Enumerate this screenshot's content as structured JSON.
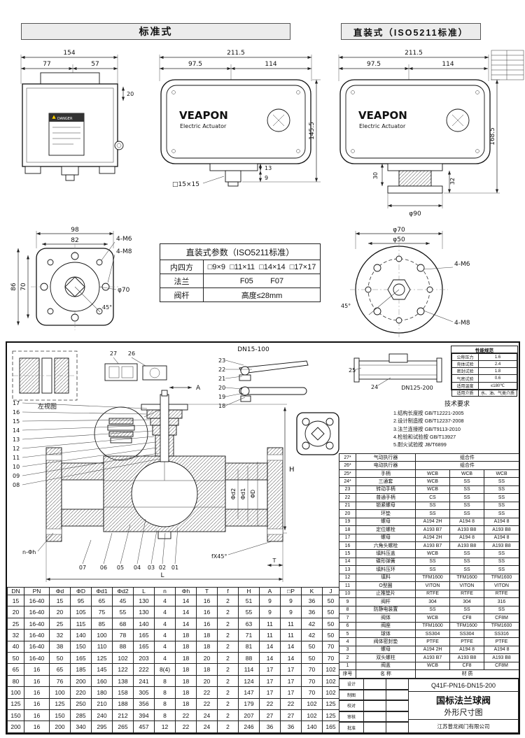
{
  "headers": {
    "standard": "标准式",
    "direct": "直装式（ISO5211标准）"
  },
  "top_left": {
    "brand": "VEAPON",
    "brand_sub": "Electric Actuator",
    "danger": "DANGER",
    "dims": {
      "w_total": "154",
      "w1": "77",
      "w2": "57",
      "len_total": "211.5",
      "len1": "97.5",
      "len2": "114",
      "height": "145.5",
      "d20": "20",
      "d13": "13",
      "d9": "9",
      "square": "□15×15"
    }
  },
  "top_right": {
    "brand": "VEAPON",
    "brand_sub": "Electric Actuator",
    "dims": {
      "len_total": "211.5",
      "len1": "97.5",
      "len2": "114",
      "height": "168.5",
      "d30": "30",
      "d32": "32",
      "d90": "φ90"
    }
  },
  "mid_left": {
    "dims": {
      "w98": "98",
      "w82": "82",
      "h86": "86",
      "h70": "70",
      "m6": "4-M6",
      "m8": "4-M8",
      "d70": "φ70",
      "a45": "45°"
    }
  },
  "mid_table": {
    "title": "直装式参数（ISO5211标准）",
    "rows": [
      {
        "label": "内四方",
        "value": "□9×9  □11×11  □14×14  □17×17"
      },
      {
        "label": "法兰",
        "value": "F05        F07"
      },
      {
        "label": "阀杆",
        "value": "高度≤28mm"
      }
    ]
  },
  "mid_right": {
    "dims": {
      "d70": "φ70",
      "d50": "φ50",
      "m6": "4-M6",
      "m8": "4-M8",
      "a45": "45°"
    }
  },
  "valve": {
    "left_view_label": "左视图",
    "dn_small": "DN15-100",
    "dn_large": "DN125-200",
    "callouts_top": [
      "27",
      "26"
    ],
    "callouts_right": [
      "23",
      "22",
      "21",
      "20",
      "19",
      "18"
    ],
    "callouts_left": [
      "17",
      "16",
      "15",
      "14",
      "13",
      "12",
      "11",
      "10",
      "09",
      "08"
    ],
    "callouts_bottom": [
      "07",
      "06",
      "05",
      "04",
      "03",
      "02",
      "01"
    ],
    "callouts_pipe": [
      "25",
      "24"
    ],
    "dim_labels": {
      "L": "L",
      "H": "H",
      "A": "A",
      "T": "T",
      "n_h": "n-Φh",
      "f45": "fX45°",
      "d2": "Φd2",
      "d1": "Φd1",
      "D": "ΦD"
    }
  },
  "spec_table": {
    "title": "性能规范",
    "rows": [
      [
        "公称压力",
        "1.6"
      ],
      [
        "壳体试验",
        "2.4"
      ],
      [
        "密封试验",
        "1.8"
      ],
      [
        "气密试验",
        "0.6"
      ],
      [
        "适用温度",
        "≤180℃"
      ],
      [
        "适用介质",
        "水、油、气类介质"
      ]
    ]
  },
  "tech_req": {
    "title": "技术要求",
    "items": [
      "1.结构长度按 GB/T12221-2005",
      "2.设计制造按 GB/T12237-2008",
      "3.法兰连接按 GB/T9113-2010",
      "4.检验和试验按 GB/T13927",
      "5.耐火试验按 JB/T6899"
    ]
  },
  "parts_table": {
    "footer": [
      "序号",
      "名  称",
      "材  质"
    ],
    "rows": [
      {
        "no": "27*",
        "name": "气动执行器",
        "mats": [
          "组合件"
        ]
      },
      {
        "no": "26*",
        "name": "电动执行器",
        "mats": [
          "组合件"
        ]
      },
      {
        "no": "25*",
        "name": "手柄",
        "mats": [
          "WCB",
          "WCB",
          "WCB"
        ]
      },
      {
        "no": "24*",
        "name": "三通套",
        "mats": [
          "WCB",
          "SS",
          "SS"
        ]
      },
      {
        "no": "23",
        "name": "转动手柄",
        "mats": [
          "WCB",
          "SS",
          "SS"
        ]
      },
      {
        "no": "22",
        "name": "普通手柄",
        "mats": [
          "CS",
          "SS",
          "SS"
        ]
      },
      {
        "no": "21",
        "name": "锁紧螺母",
        "mats": [
          "SS",
          "SS",
          "SS"
        ]
      },
      {
        "no": "20",
        "name": "环垫",
        "mats": [
          "SS",
          "SS",
          "SS"
        ]
      },
      {
        "no": "19",
        "name": "螺母",
        "mats": [
          "A194 2H",
          "A194 8",
          "A194 8"
        ]
      },
      {
        "no": "18",
        "name": "定位螺栓",
        "mats": [
          "A193 B7",
          "A193 B8",
          "A193 B8"
        ]
      },
      {
        "no": "17",
        "name": "螺母",
        "mats": [
          "A194 2H",
          "A194 8",
          "A194 8"
        ]
      },
      {
        "no": "16",
        "name": "六角头螺栓",
        "mats": [
          "A193 B7",
          "A193 B8",
          "A193 B8"
        ]
      },
      {
        "no": "15",
        "name": "填料压盖",
        "mats": [
          "WCB",
          "SS",
          "SS"
        ]
      },
      {
        "no": "14",
        "name": "碟形弹簧",
        "mats": [
          "SS",
          "SS",
          "SS"
        ]
      },
      {
        "no": "13",
        "name": "填料压环",
        "mats": [
          "SS",
          "SS",
          "SS"
        ]
      },
      {
        "no": "12",
        "name": "填料",
        "mats": [
          "TFM1600",
          "TFM1600",
          "TFM1600"
        ]
      },
      {
        "no": "11",
        "name": "O型圈",
        "mats": [
          "VITON",
          "VITON",
          "VITON"
        ]
      },
      {
        "no": "10",
        "name": "止推垫片",
        "mats": [
          "RTFE",
          "RTFE",
          "RTFE"
        ]
      },
      {
        "no": "9",
        "name": "阀杆",
        "mats": [
          "304",
          "304",
          "316"
        ]
      },
      {
        "no": "8",
        "name": "防静电装置",
        "mats": [
          "SS",
          "SS",
          "SS"
        ]
      },
      {
        "no": "7",
        "name": "阀体",
        "mats": [
          "WCB",
          "CF8",
          "CF8M"
        ]
      },
      {
        "no": "6",
        "name": "阀座",
        "mats": [
          "TFM1600",
          "TFM1600",
          "TFM1600"
        ]
      },
      {
        "no": "5",
        "name": "球体",
        "mats": [
          "SS304",
          "SS304",
          "SS316"
        ]
      },
      {
        "no": "4",
        "name": "阀体密封垫",
        "mats": [
          "PTFE",
          "PTFE",
          "PTFE"
        ]
      },
      {
        "no": "3",
        "name": "螺母",
        "mats": [
          "A194 2H",
          "A194 8",
          "A194 8"
        ]
      },
      {
        "no": "2",
        "name": "双头螺柱",
        "mats": [
          "A193 B7",
          "A193 B8",
          "A193 B8"
        ]
      },
      {
        "no": "1",
        "name": "阀盖",
        "mats": [
          "WCB",
          "CF8",
          "CF8M"
        ]
      }
    ]
  },
  "dims_table": {
    "headers": [
      "DN",
      "PN",
      "Φd",
      "ΦD",
      "Φd1",
      "Φd2",
      "L",
      "n",
      "Φh",
      "T",
      "f",
      "H",
      "A",
      "□P",
      "K",
      "J"
    ],
    "rows": [
      [
        "15",
        "16-40",
        "15",
        "95",
        "65",
        "45",
        "130",
        "4",
        "14",
        "16",
        "2",
        "51",
        "9",
        "9",
        "36",
        "50"
      ],
      [
        "20",
        "16-40",
        "20",
        "105",
        "75",
        "55",
        "130",
        "4",
        "14",
        "16",
        "2",
        "55",
        "9",
        "9",
        "36",
        "50"
      ],
      [
        "25",
        "16-40",
        "25",
        "115",
        "85",
        "68",
        "140",
        "4",
        "14",
        "16",
        "2",
        "63",
        "11",
        "11",
        "42",
        "50"
      ],
      [
        "32",
        "16-40",
        "32",
        "140",
        "100",
        "78",
        "165",
        "4",
        "18",
        "18",
        "2",
        "71",
        "11",
        "11",
        "42",
        "50"
      ],
      [
        "40",
        "16-40",
        "38",
        "150",
        "110",
        "88",
        "165",
        "4",
        "18",
        "18",
        "2",
        "81",
        "14",
        "14",
        "50",
        "70"
      ],
      [
        "50",
        "16-40",
        "50",
        "165",
        "125",
        "102",
        "203",
        "4",
        "18",
        "20",
        "2",
        "88",
        "14",
        "14",
        "50",
        "70"
      ],
      [
        "65",
        "16",
        "65",
        "185",
        "145",
        "122",
        "222",
        "8(4)",
        "18",
        "18",
        "2",
        "114",
        "17",
        "17",
        "70",
        "102"
      ],
      [
        "80",
        "16",
        "76",
        "200",
        "160",
        "138",
        "241",
        "8",
        "18",
        "20",
        "2",
        "124",
        "17",
        "17",
        "70",
        "102"
      ],
      [
        "100",
        "16",
        "100",
        "220",
        "180",
        "158",
        "305",
        "8",
        "18",
        "22",
        "2",
        "147",
        "17",
        "17",
        "70",
        "102"
      ],
      [
        "125",
        "16",
        "125",
        "250",
        "210",
        "188",
        "356",
        "8",
        "18",
        "22",
        "2",
        "179",
        "22",
        "22",
        "102",
        "125"
      ],
      [
        "150",
        "16",
        "150",
        "285",
        "240",
        "212",
        "394",
        "8",
        "22",
        "24",
        "2",
        "207",
        "27",
        "27",
        "102",
        "125"
      ],
      [
        "200",
        "16",
        "200",
        "340",
        "295",
        "265",
        "457",
        "12",
        "22",
        "24",
        "2",
        "246",
        "36",
        "36",
        "140",
        "165"
      ]
    ]
  },
  "title_block": {
    "drawing_no": "Q41F-PN16-DN15-200",
    "title_line1": "国标法兰球阀",
    "title_line2": "外形尺寸图",
    "company": "江苏普龙阀门有限公司",
    "row_labels": [
      "设计",
      "制图",
      "校对",
      "审核",
      "批准"
    ]
  }
}
